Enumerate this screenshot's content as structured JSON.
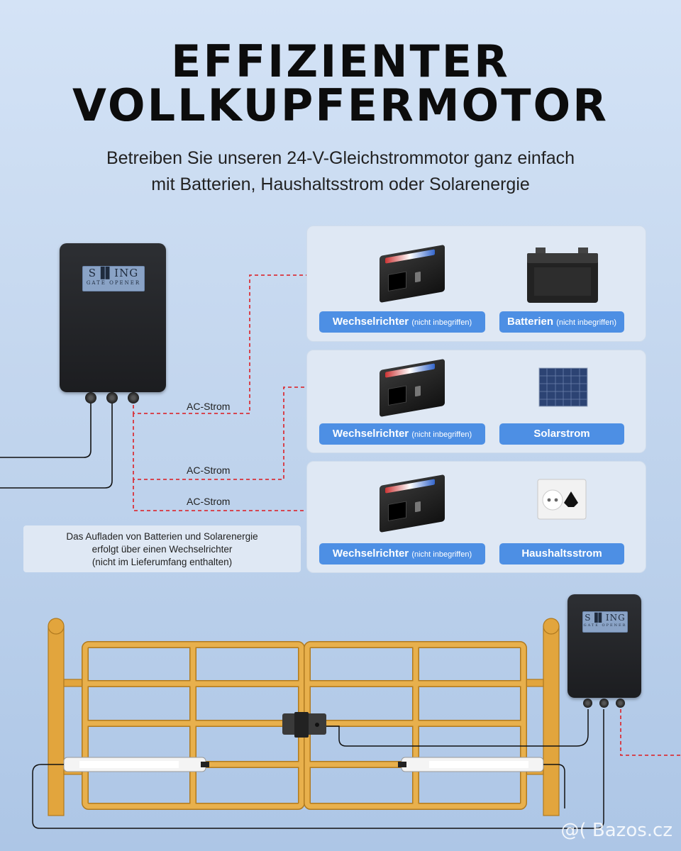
{
  "header": {
    "title_line1": "EFFIZIENTER",
    "title_line2": "VOLLKUPFERMOTOR",
    "subtitle_line1": "Betreiben Sie unseren 24-V-Gleichstrommotor ganz einfach",
    "subtitle_line2": "mit Batterien, Haushaltsstrom oder Solarenergie"
  },
  "controller": {
    "brand": "S▐▌ING",
    "brand_sub": "GATE OPENER"
  },
  "ac_labels": [
    "AC-Strom",
    "AC-Strom",
    "AC-Strom"
  ],
  "panels": [
    {
      "left": {
        "label": "Wechselrichter",
        "note": "(nicht inbegriffen)"
      },
      "right": {
        "label": "Batterien",
        "note": "(nicht inbegriffen)"
      }
    },
    {
      "left": {
        "label": "Wechselrichter",
        "note": "(nicht inbegriffen)"
      },
      "right": {
        "label": "Solarstrom",
        "note": ""
      }
    },
    {
      "left": {
        "label": "Wechselrichter",
        "note": "(nicht inbegriffen)"
      },
      "right": {
        "label": "Haushaltsstrom",
        "note": ""
      }
    }
  ],
  "note": {
    "line1": "Das Aufladen von Batterien und Solarenergie",
    "line2": "erfolgt über einen Wechselrichter",
    "line3": "(nicht im Lieferumfang enthalten)"
  },
  "watermark": "@( Bazos.cz",
  "colors": {
    "pill_blue": "#4d8fe4",
    "dashed_red": "#d9333b",
    "gate_gold": "#e2a53d",
    "gate_stroke": "#b07a1f"
  }
}
